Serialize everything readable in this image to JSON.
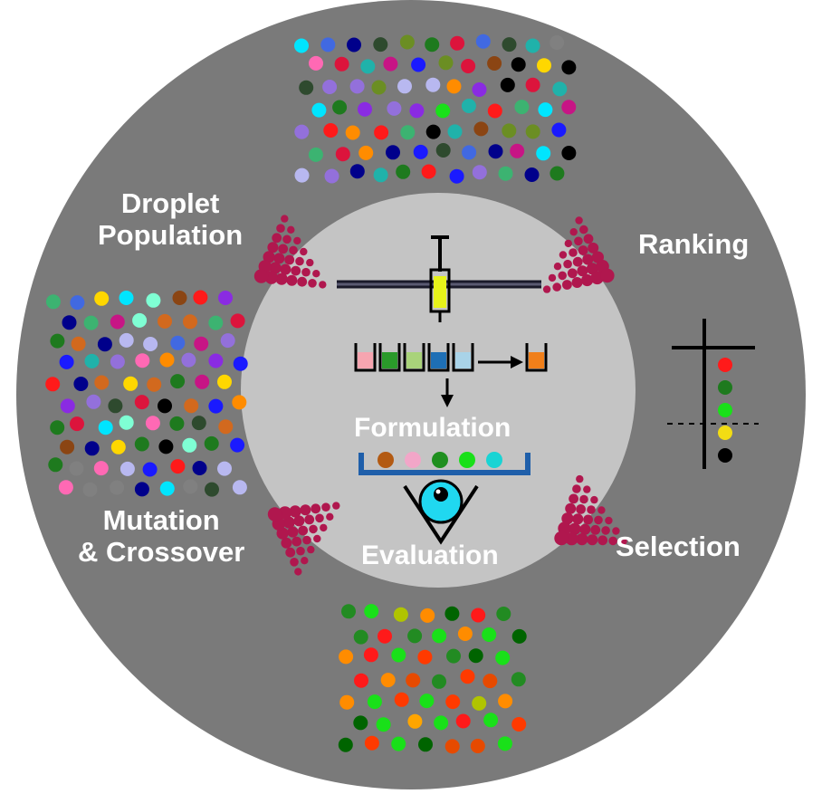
{
  "labels": {
    "droplet_population": "Droplet\nPopulation",
    "ranking": "Ranking",
    "mutation_crossover": "Mutation\n& Crossover",
    "selection": "Selection",
    "formulation": "Formulation",
    "evaluation": "Evaluation"
  },
  "colors": {
    "outer_disc": "#7a7a7a",
    "inner_disc": "#c4c4c4",
    "arrow_dots": "#b0174e",
    "label_text": "#ffffff",
    "well_tray": "#1f5faa",
    "eye": "#20d8f0",
    "syringe_body": "#e6f21a"
  },
  "vials": [
    "#f6a5b0",
    "#2a9a2a",
    "#a9d37a",
    "#1e6fb5",
    "#a9d3e8"
  ],
  "vial_result": "#f07f1a",
  "tray_droplets": [
    "#b35a12",
    "#f2a6c8",
    "#1f8f1f",
    "#19e019",
    "#19d4d4"
  ],
  "ranking_stack": [
    "#ff1a1a",
    "#1e7a1e",
    "#19e019",
    "#f2dc14",
    "#000000"
  ],
  "palette_population": [
    "#ff1a1a",
    "#1e7a1e",
    "#19e019",
    "#ff8c00",
    "#1a1aff",
    "#8a2be2",
    "#00e5ff",
    "#ff69b4",
    "#6b8e23",
    "#8b4513",
    "#000000",
    "#7fffd4",
    "#4169e1",
    "#c71585",
    "#ffd700",
    "#2e4a2e",
    "#9370db",
    "#d2691e",
    "#00008b",
    "#b8b8f0",
    "#808080",
    "#20b2aa",
    "#dc143c",
    "#3cb371"
  ],
  "palette_selected": [
    "#ff3a00",
    "#ff8c00",
    "#228b22",
    "#006400",
    "#ff1a1a",
    "#19e019",
    "#ffa500",
    "#b0c400",
    "#e64a00"
  ]
}
